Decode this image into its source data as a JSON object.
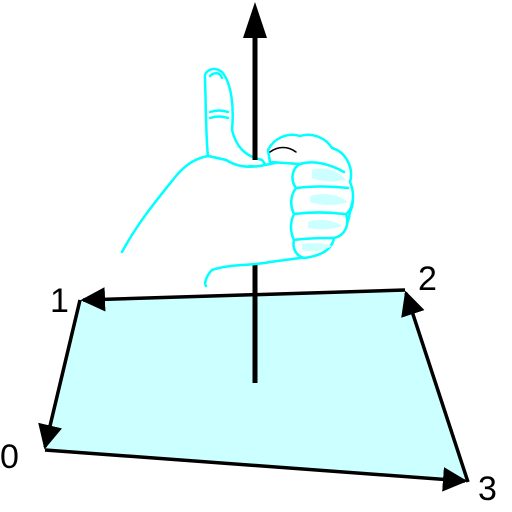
{
  "colors": {
    "polygon_fill": "#ccffff",
    "hand_outline": "#00ffff",
    "hand_shade": "#ccffff",
    "edges": "#000000",
    "normal_axis": "#000000"
  },
  "vertices": [
    {
      "label": "0"
    },
    {
      "label": "1"
    },
    {
      "label": "2"
    },
    {
      "label": "3"
    }
  ],
  "icons": {
    "hand": "thumbs-up-hand-icon"
  }
}
